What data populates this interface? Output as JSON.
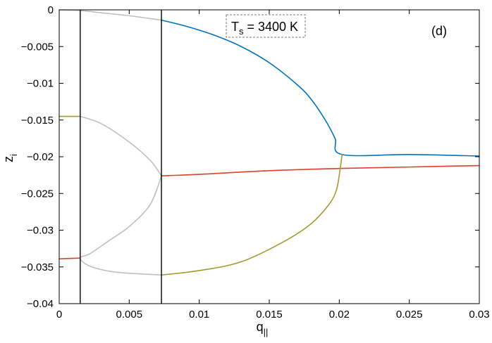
{
  "chart_data": {
    "type": "line",
    "panel_label": "(d)",
    "annotation": {
      "main": "T",
      "sub": "s",
      "rest": " = 3400 K"
    },
    "xlabel": {
      "main": "q",
      "sub": "||"
    },
    "ylabel": {
      "main": "z",
      "sub": "i"
    },
    "xlim": [
      0,
      0.03
    ],
    "ylim": [
      -0.04,
      0
    ],
    "xticks": [
      0,
      0.005,
      0.01,
      0.015,
      0.02,
      0.025,
      0.03
    ],
    "xtick_labels": [
      "0",
      "0.005",
      "0.01",
      "0.015",
      "0.02",
      "0.025",
      "0.03"
    ],
    "yticks": [
      0,
      -0.005,
      -0.01,
      -0.015,
      -0.02,
      -0.025,
      -0.03,
      -0.035,
      -0.04
    ],
    "ytick_labels": [
      "0",
      "−0.005",
      "−0.01",
      "−0.015",
      "−0.02",
      "−0.025",
      "−0.03",
      "−0.035",
      "−0.04"
    ],
    "grid": false,
    "vertical_lines": [
      0.0015,
      0.0073
    ],
    "series": [
      {
        "color": "#bfbfbf",
        "points": [
          [
            0,
            0
          ],
          [
            0.0015,
            -0.0001
          ],
          [
            0.003,
            -0.0004
          ],
          [
            0.005,
            -0.0008
          ],
          [
            0.0073,
            -0.0014
          ]
        ]
      },
      {
        "color": "#bfbfbf",
        "points": [
          [
            0.0015,
            -0.0145
          ],
          [
            0.003,
            -0.0155
          ],
          [
            0.005,
            -0.018
          ],
          [
            0.0065,
            -0.0205
          ],
          [
            0.0073,
            -0.0226
          ]
        ]
      },
      {
        "color": "#bfbfbf",
        "points": [
          [
            0.0073,
            -0.0226
          ],
          [
            0.0065,
            -0.0265
          ],
          [
            0.005,
            -0.0295
          ],
          [
            0.0035,
            -0.0315
          ],
          [
            0.0022,
            -0.0332
          ],
          [
            0.0015,
            -0.0338
          ],
          [
            0.0022,
            -0.0349
          ],
          [
            0.004,
            -0.0357
          ],
          [
            0.0073,
            -0.0361
          ]
        ]
      },
      {
        "color": "#a29b32",
        "points": [
          [
            0,
            -0.0145
          ],
          [
            0.0015,
            -0.0145
          ]
        ]
      },
      {
        "color": "#d9412c",
        "points": [
          [
            0,
            -0.0339
          ],
          [
            0.0015,
            -0.0338
          ]
        ]
      },
      {
        "color": "#0072bd",
        "points": [
          [
            0.0073,
            -0.0014
          ],
          [
            0.009,
            -0.0022
          ],
          [
            0.011,
            -0.0034
          ],
          [
            0.013,
            -0.005
          ],
          [
            0.015,
            -0.0072
          ],
          [
            0.017,
            -0.0102
          ],
          [
            0.018,
            -0.0122
          ],
          [
            0.019,
            -0.015
          ],
          [
            0.0197,
            -0.0175
          ],
          [
            0.0202,
            -0.0197
          ],
          [
            0.025,
            -0.0197
          ],
          [
            0.03,
            -0.0199
          ]
        ]
      },
      {
        "color": "#d9412c",
        "points": [
          [
            0.0073,
            -0.0226
          ],
          [
            0.01,
            -0.0224
          ],
          [
            0.015,
            -0.0219
          ],
          [
            0.02,
            -0.0216
          ],
          [
            0.025,
            -0.0214
          ],
          [
            0.03,
            -0.0212
          ]
        ]
      },
      {
        "color": "#a29b32",
        "points": [
          [
            0.0073,
            -0.0361
          ],
          [
            0.01,
            -0.0355
          ],
          [
            0.013,
            -0.0343
          ],
          [
            0.016,
            -0.0316
          ],
          [
            0.018,
            -0.0291
          ],
          [
            0.0193,
            -0.0264
          ],
          [
            0.0198,
            -0.0245
          ],
          [
            0.02,
            -0.0225
          ],
          [
            0.0202,
            -0.0197
          ]
        ]
      }
    ]
  }
}
